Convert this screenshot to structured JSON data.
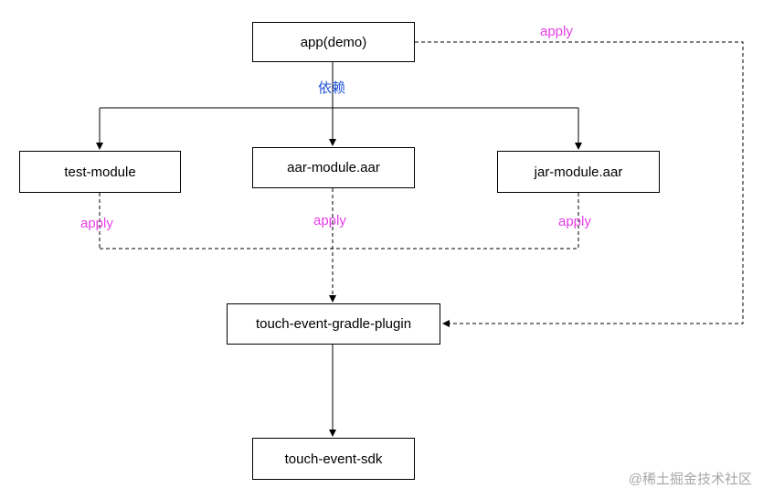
{
  "colors": {
    "apply": "#e83fe8",
    "dependency": "#1a4fd6",
    "watermark": "#a7a7a7",
    "line": "#000000"
  },
  "nodes": {
    "app": "app(demo)",
    "test_module": "test-module",
    "aar_module": "aar-module.aar",
    "jar_module": "jar-module.aar",
    "plugin": "touch-event-gradle-plugin",
    "sdk": "touch-event-sdk"
  },
  "edge_labels": {
    "dependency": "依赖",
    "apply_top": "apply",
    "apply_test": "apply",
    "apply_aar": "apply",
    "apply_jar": "apply"
  },
  "watermark": "@稀土掘金技术社区"
}
